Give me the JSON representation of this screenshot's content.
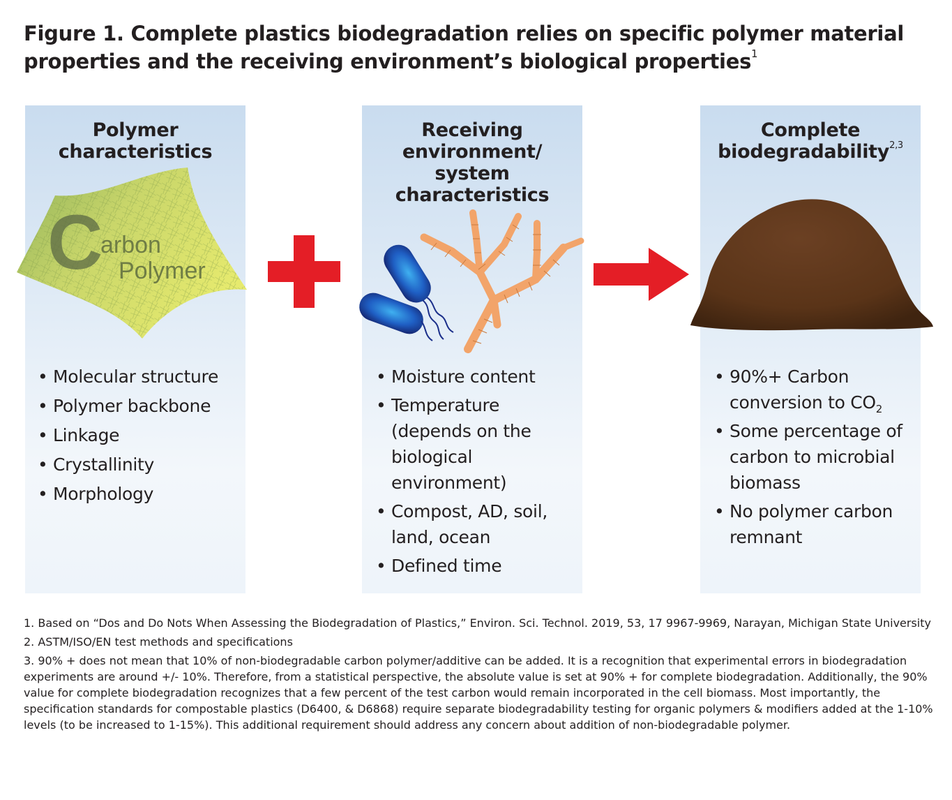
{
  "title": {
    "text": "Figure 1. Complete plastics biodegradation relies on specific polymer material properties and the receiving environment’s biological properties",
    "superscript": "1"
  },
  "panels": [
    {
      "title": "Polymer characteristics",
      "image": {
        "icon": "carbon-polymer-sheet-icon",
        "letter": "C",
        "text_line1": "arbon",
        "text_line2": "Polymer"
      },
      "bullets": [
        "Molecular structure",
        "Polymer backbone",
        "Linkage",
        "Crystallinity",
        "Morphology"
      ]
    },
    {
      "title": "Receiving environment/ system characteristics",
      "image": {
        "icon": "microorganisms-icon"
      },
      "bullets": [
        "Moisture content",
        "Temperature (depends on the biological environment)",
        "Compost, AD, soil, land, ocean",
        "Defined time"
      ]
    },
    {
      "title": "Complete biodegradability",
      "title_superscript": "2,3",
      "image": {
        "icon": "soil-mound-icon"
      },
      "bullets": [
        {
          "text": "90%+ Carbon conversion to CO",
          "subscript": "2"
        },
        "Some percentage of carbon to microbial biomass",
        "No polymer carbon remnant"
      ]
    }
  ],
  "operators": {
    "plus": "plus-icon",
    "arrow": "arrow-right-icon",
    "color": "#e41e26"
  },
  "footnotes": [
    "1. Based on “Dos and Do Nots When Assessing the Biodegradation of Plastics,” Environ. Sci. Technol. 2019, 53, 17 9967-9969, Narayan, Michigan State University",
    "2. ASTM/ISO/EN test methods and specifications",
    "3. 90% + does not mean that 10% of non-biodegradable carbon polymer/additive can be added. It is a recognition that experimental errors in biodegradation experiments are around +/- 10%. Therefore, from a statistical perspective,  the absolute value is set at 90% + for complete biodegradation. Additionally, the 90% value for complete biodegradation recognizes that a few percent of the test carbon would remain incorporated in the cell biomass. Most importantly, the specification standards for compostable plastics (D6400, & D6868) require separate biodegradability testing for organic polymers & modifiers added at the 1-10% levels (to be increased to 1-15%). This additional requirement should address any concern about addition of non-biodegradable polymer."
  ],
  "colors": {
    "panel_top": "#c9dcef",
    "panel_bottom": "#eef4fa",
    "accent_red": "#e41e26",
    "soil": "#5a3418",
    "hyphae": "#f2a46a",
    "bacteria": "#1f5fc4"
  }
}
